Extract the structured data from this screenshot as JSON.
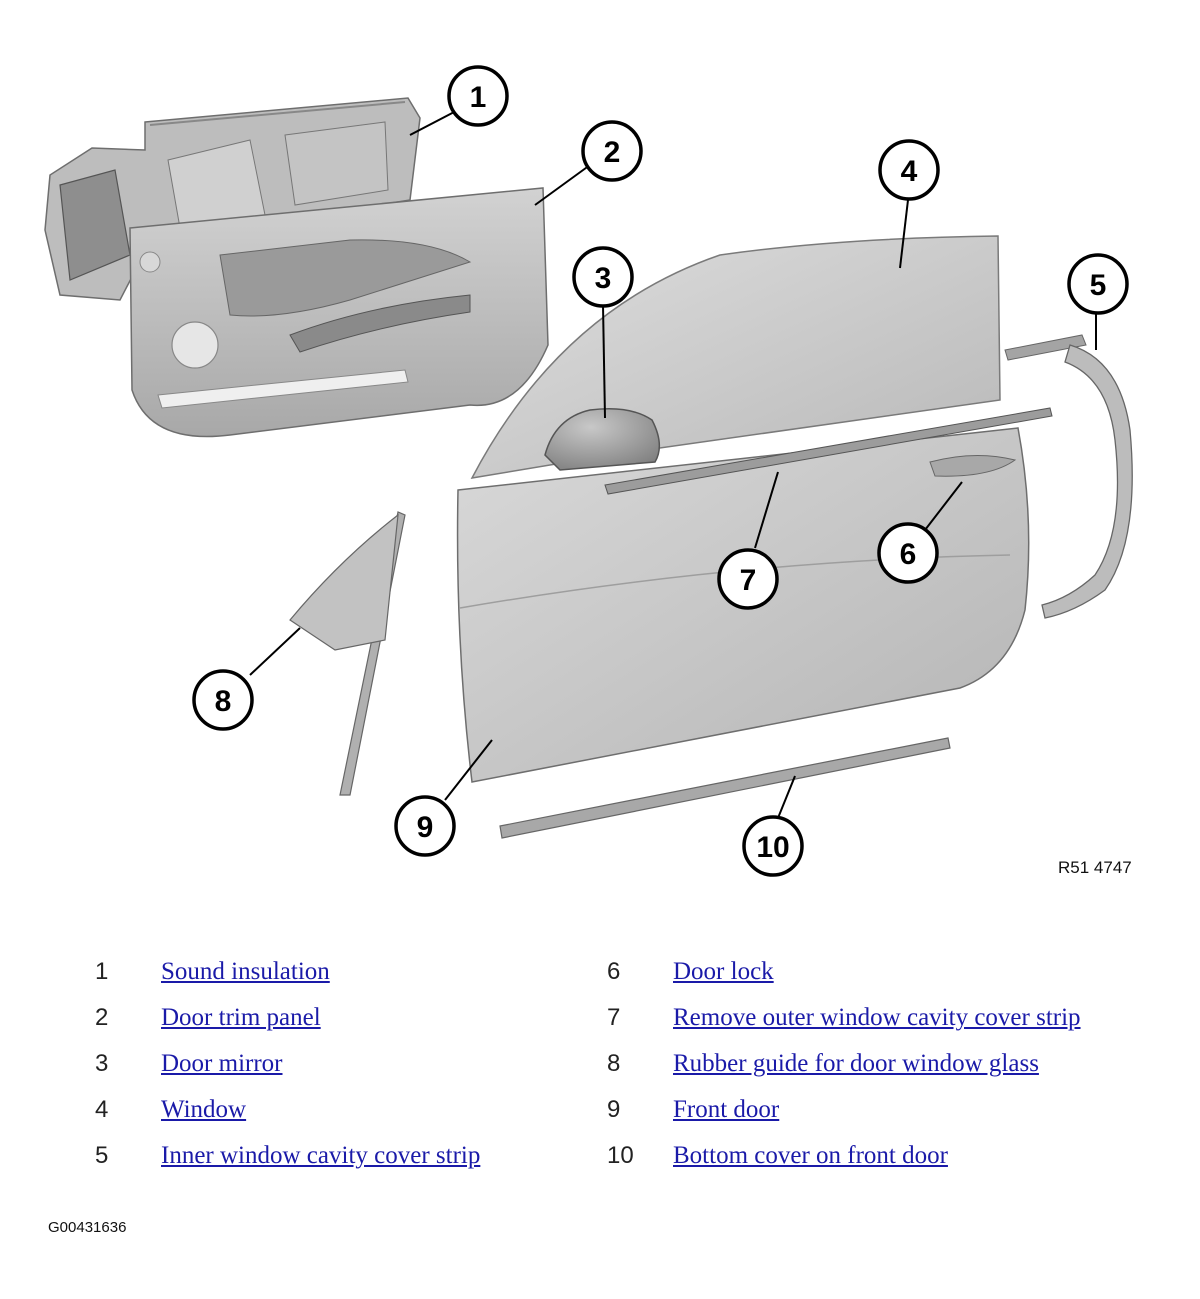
{
  "callouts": [
    "1",
    "2",
    "3",
    "4",
    "5",
    "6",
    "7",
    "8",
    "9",
    "10"
  ],
  "part_ref": "R51 4747",
  "legend_left": [
    {
      "num": "1",
      "label": "Sound insulation"
    },
    {
      "num": "2",
      "label": "Door trim panel"
    },
    {
      "num": "3",
      "label": "Door mirror"
    },
    {
      "num": "4",
      "label": "Window"
    },
    {
      "num": "5",
      "label": "Inner window cavity cover strip"
    }
  ],
  "legend_right": [
    {
      "num": "6",
      "label": "Door lock"
    },
    {
      "num": "7",
      "label": "Remove outer window cavity cover strip"
    },
    {
      "num": "8",
      "label": "Rubber guide for door window glass"
    },
    {
      "num": "9",
      "label": "Front door"
    },
    {
      "num": "10",
      "label": "Bottom cover on front door"
    }
  ],
  "doc_id": "G00431636",
  "colors": {
    "link": "#1a1aa8",
    "part_fill": "#c8c8c8",
    "part_stroke": "#6e6e6e"
  }
}
